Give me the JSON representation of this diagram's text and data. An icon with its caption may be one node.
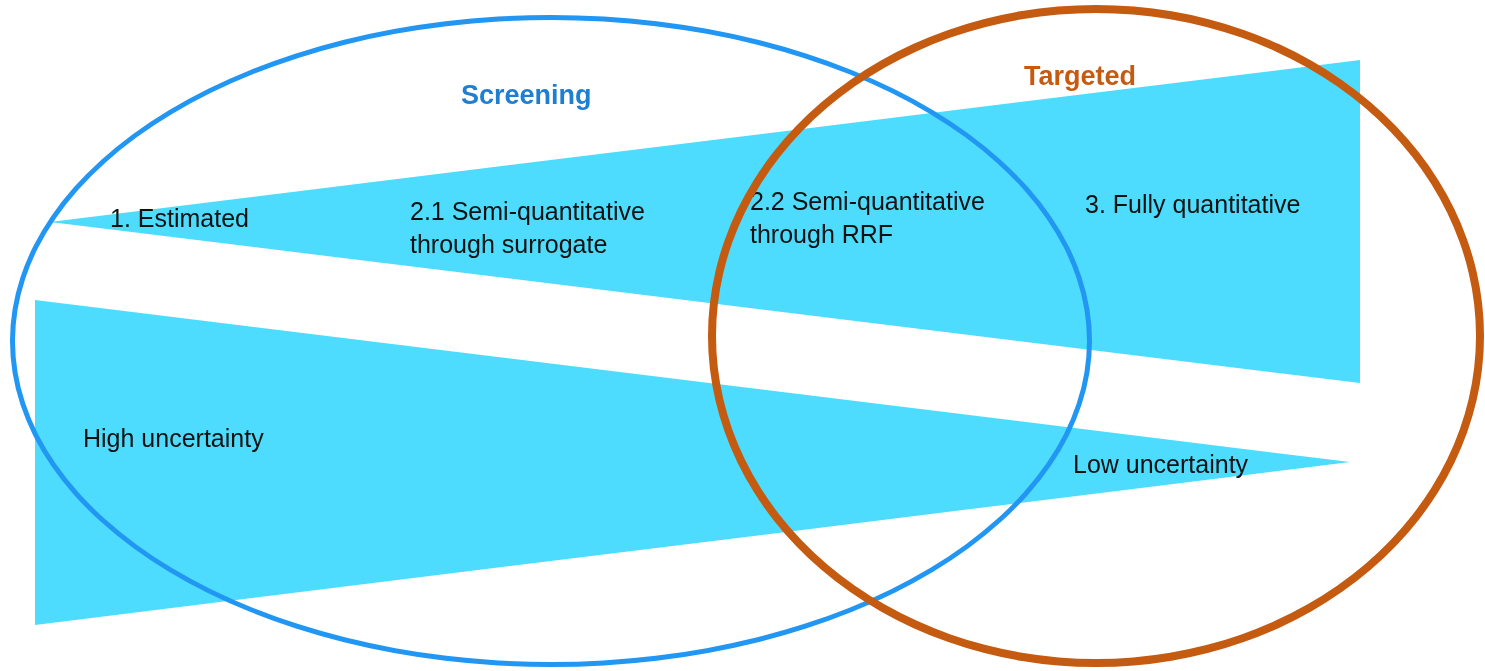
{
  "diagram": {
    "nodes": [
      {
        "text": [
          "1. Estimated",
          "2.1 Semi-quantitative through surrogate",
          "2.2 Semi-quantitative through RRF",
          "3. Fully quantitative"
        ]
      },
      {
        "text": [
          "High uncertainty",
          "Low uncertainty"
        ]
      },
      {
        "text": [
          "Screening"
        ]
      },
      {
        "text": [
          "Targeted"
        ]
      }
    ]
  }
}
